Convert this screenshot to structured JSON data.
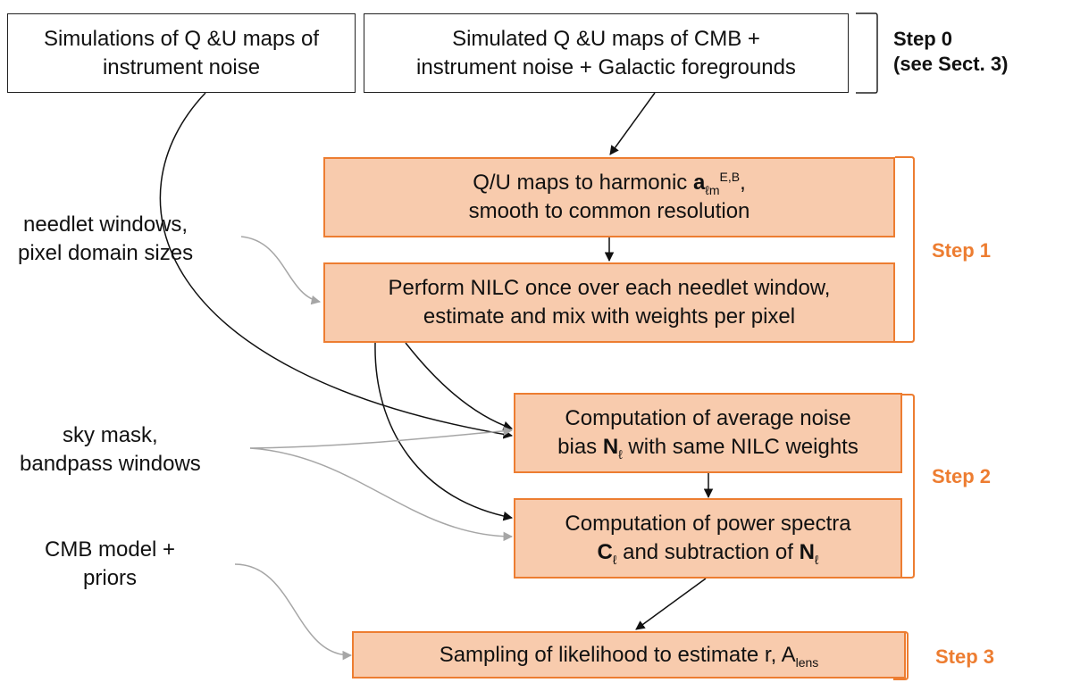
{
  "colors": {
    "process_fill": "#f8cbad",
    "process_border": "#ed7d31",
    "step_label": "#ed7d31",
    "arrow_dark": "#111111",
    "arrow_light": "#a6a6a6"
  },
  "inputs": {
    "noise_sims": {
      "line1": "Simulations of Q &U maps of",
      "line2": "instrument noise"
    },
    "sky_sims": {
      "line1": "Simulated Q &U maps of CMB +",
      "line2": "instrument noise + Galactic foregrounds"
    }
  },
  "side_inputs": {
    "needlet": {
      "line1": "needlet windows,",
      "line2": "pixel domain sizes"
    },
    "mask": {
      "line1": "sky mask,",
      "line2": "bandpass windows"
    },
    "model": {
      "line1": "CMB model +",
      "line2": "priors"
    }
  },
  "process": {
    "harmonic": {
      "line1_pre": "Q/U maps to harmonic ",
      "line1_sym": "a",
      "line1_sub": "ℓm",
      "line1_sup": "E,B",
      "line1_post": ",",
      "line2": "smooth to common resolution"
    },
    "nilc": {
      "line1": "Perform NILC once over each needlet window,",
      "line2": "estimate and mix with weights per pixel"
    },
    "noise_bias": {
      "line1": "Computation of average noise",
      "line2_pre": "bias ",
      "line2_sym": "N",
      "line2_sub": "ℓ",
      "line2_post": " with same NILC weights"
    },
    "power_spectra": {
      "line1": "Computation of power spectra",
      "line2_sym1": "C",
      "line2_sub1": "ℓ",
      "line2_mid": " and subtraction of ",
      "line2_sym2": "N",
      "line2_sub2": "ℓ"
    },
    "likelihood": {
      "text_pre": "Sampling of likelihood to estimate r, A",
      "text_sub": "lens"
    }
  },
  "steps": {
    "step0": {
      "line1": "Step 0",
      "line2": "(see Sect. 3)"
    },
    "step1": "Step 1",
    "step2": "Step 2",
    "step3": "Step 3"
  }
}
